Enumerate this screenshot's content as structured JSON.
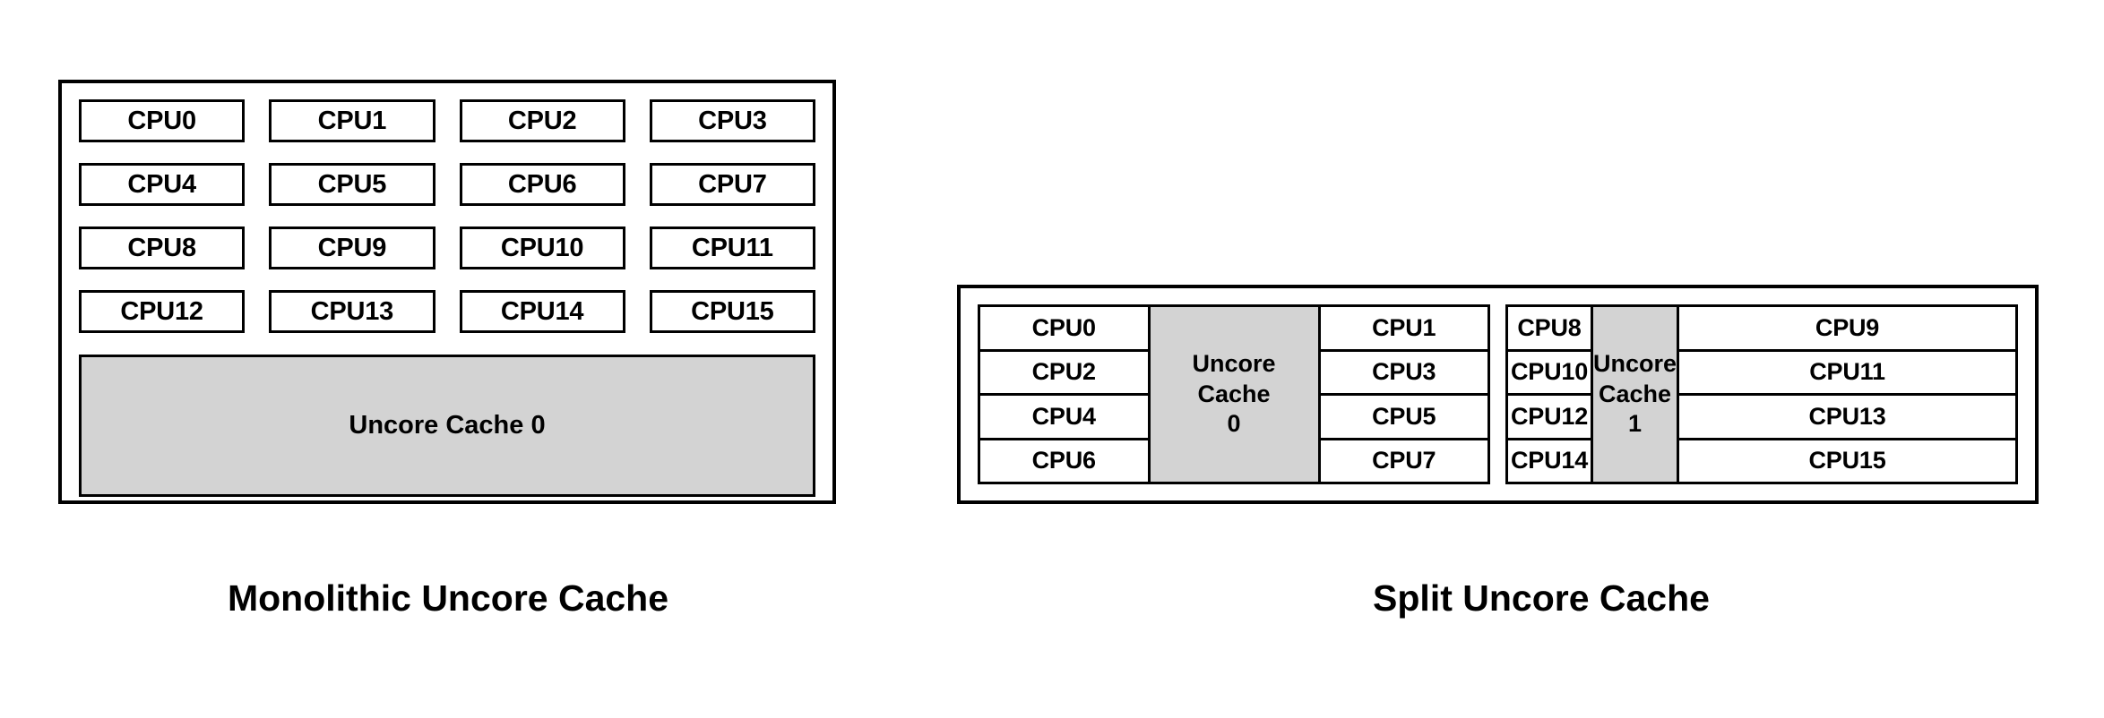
{
  "colors": {
    "background": "#ffffff",
    "border": "#000000",
    "cache_fill": "#d3d3d3",
    "cpu_fill": "#ffffff",
    "text": "#000000"
  },
  "monolithic": {
    "caption": "Monolithic Uncore Cache",
    "cpu_rows": [
      [
        "CPU0",
        "CPU1",
        "CPU2",
        "CPU3"
      ],
      [
        "CPU4",
        "CPU5",
        "CPU6",
        "CPU7"
      ],
      [
        "CPU8",
        "CPU9",
        "CPU10",
        "CPU11"
      ],
      [
        "CPU12",
        "CPU13",
        "CPU14",
        "CPU15"
      ]
    ],
    "cache_label": "Uncore Cache 0"
  },
  "split": {
    "caption": "Split Uncore Cache",
    "clusters": [
      {
        "left_column": [
          "CPU0",
          "CPU2",
          "CPU4",
          "CPU6"
        ],
        "cache_lines": [
          "Uncore",
          "Cache",
          "0"
        ],
        "right_column": [
          "CPU1",
          "CPU3",
          "CPU5",
          "CPU7"
        ]
      },
      {
        "left_column": [
          "CPU8",
          "CPU10",
          "CPU12",
          "CPU14"
        ],
        "cache_lines": [
          "Uncore",
          "Cache",
          "1"
        ],
        "right_column": [
          "CPU9",
          "CPU11",
          "CPU13",
          "CPU15"
        ]
      }
    ]
  }
}
